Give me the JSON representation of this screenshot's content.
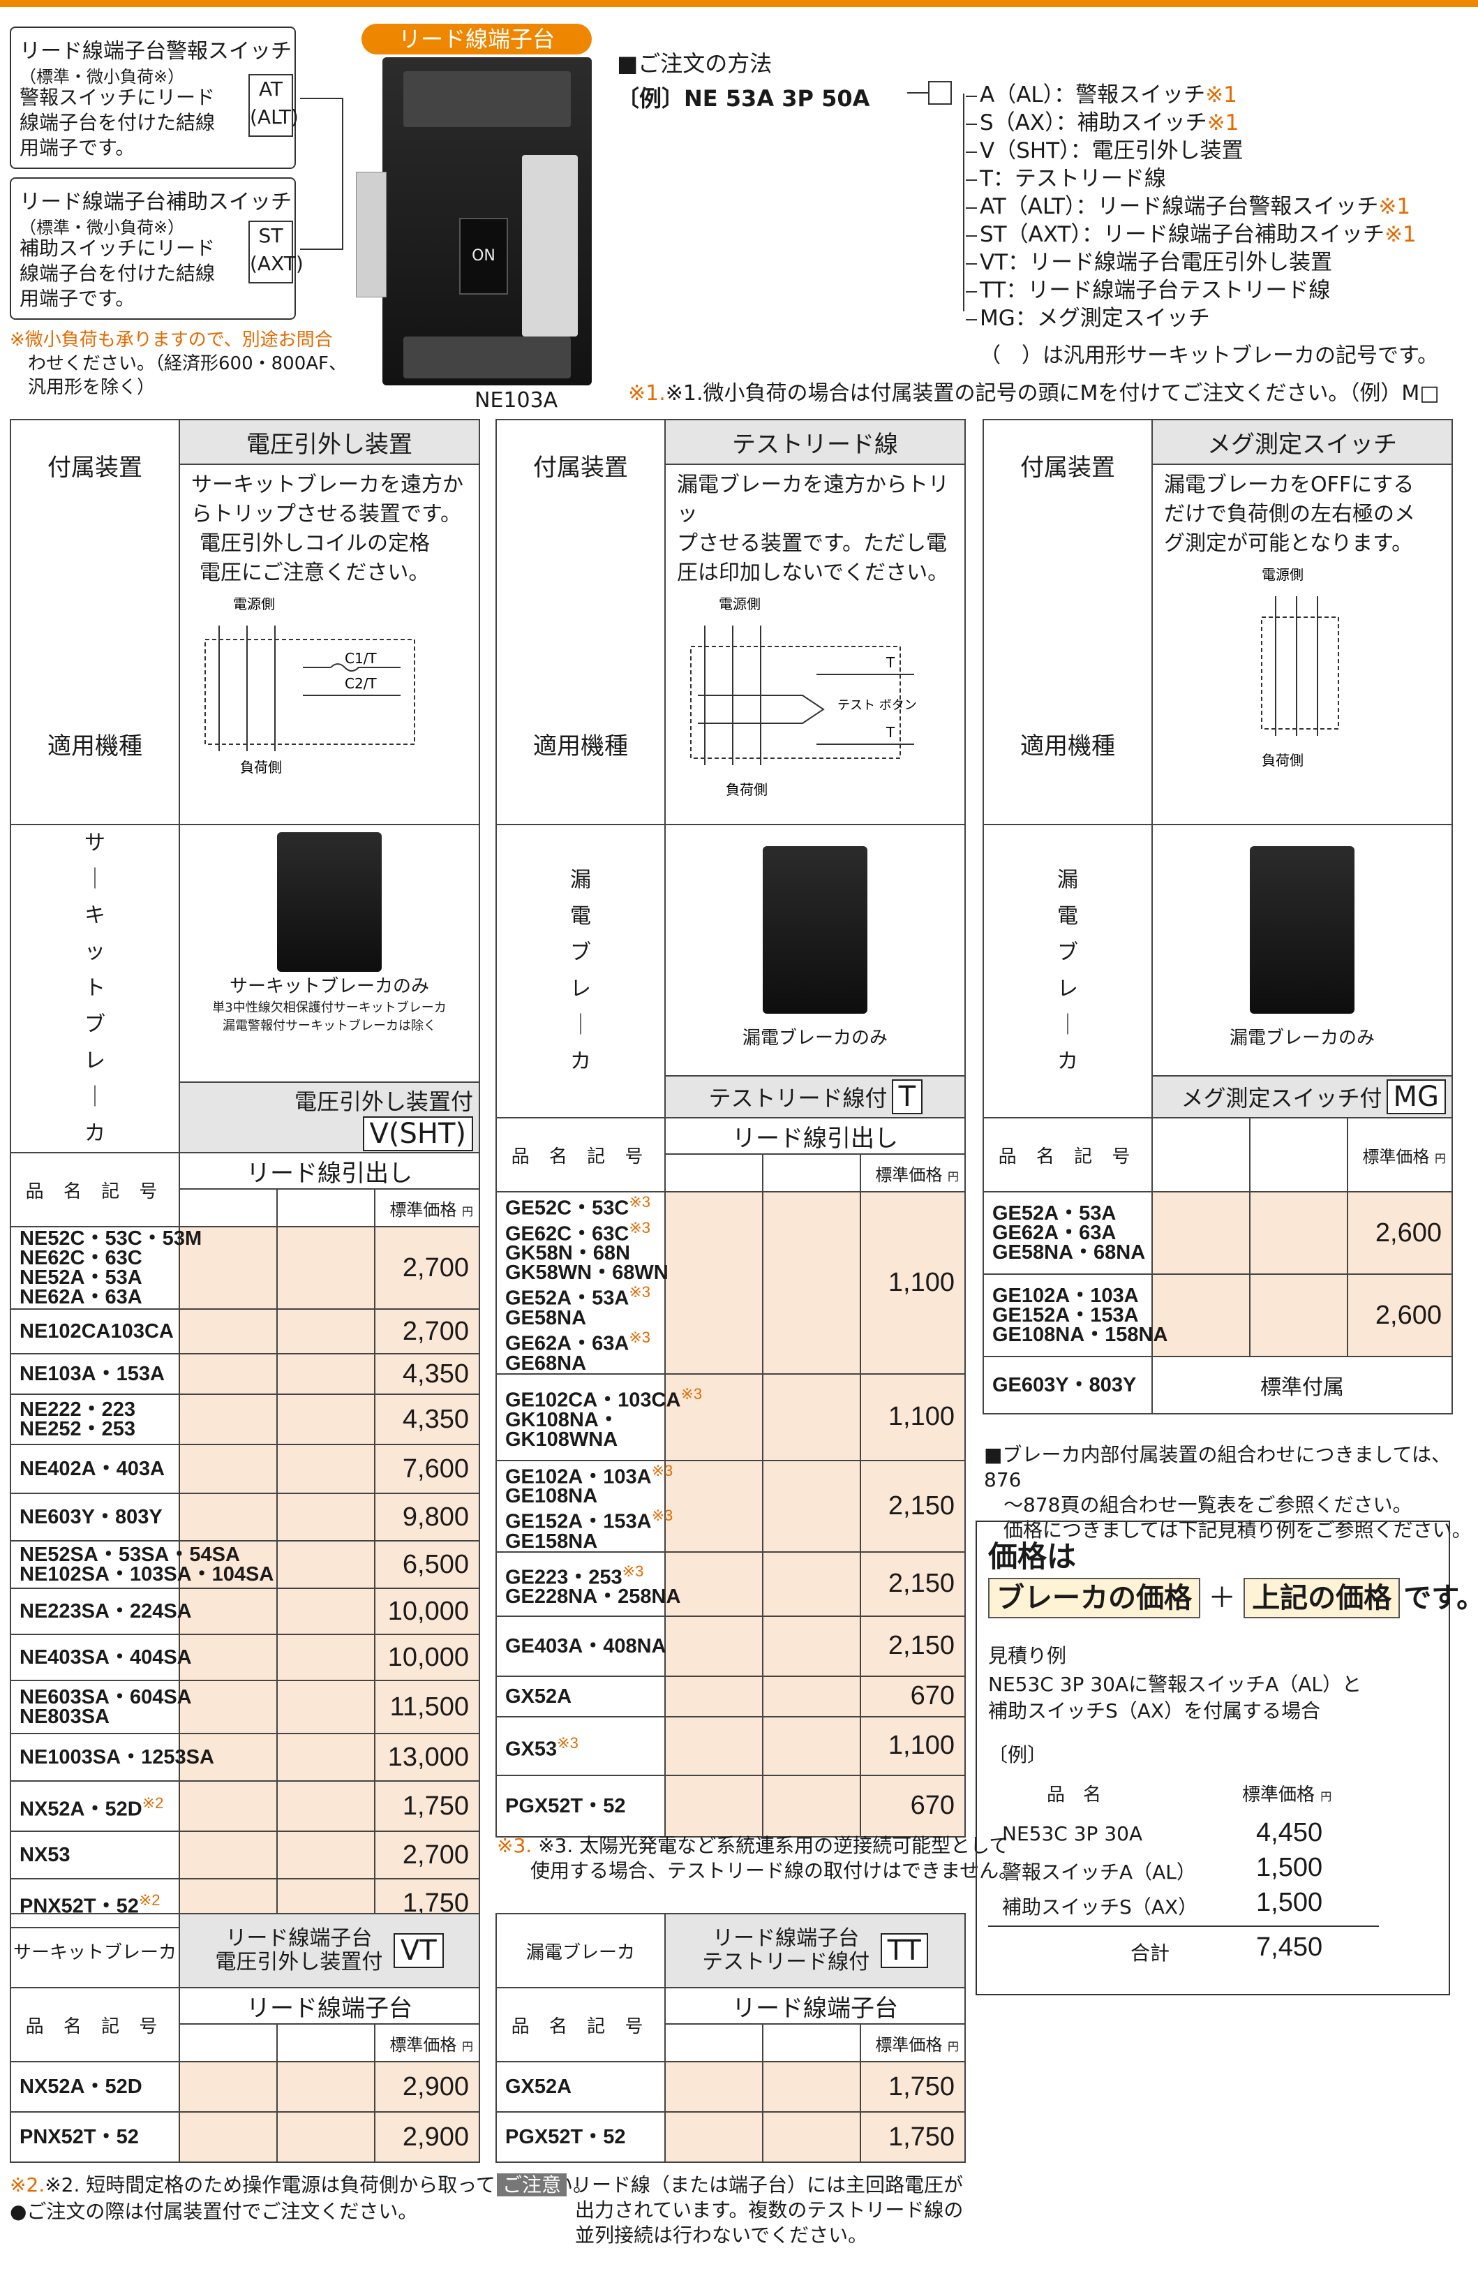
{
  "top_left": {
    "at_box": {
      "title": "リード線端子台警報スイッチ",
      "sub": "（標準・微小負荷※）",
      "body": [
        "警報スイッチにリード",
        "線端子台を付けた結線",
        "用端子です。"
      ],
      "code": [
        "AT",
        "(ALT)"
      ]
    },
    "st_box": {
      "title": "リード線端子台補助スイッチ",
      "sub": "（標準・微小負荷※）",
      "body": [
        "補助スイッチにリード",
        "線端子台を付けた結線",
        "用端子です。"
      ],
      "code": [
        "ST",
        "(AXT)"
      ]
    },
    "note": [
      "※微小負荷も承りますので、別途お問合",
      "わせください。（経済形600・800AF、",
      "汎用形を除く）"
    ],
    "photo_tag": "リード線端子台",
    "photo_caption": "NE103A",
    "on_label": "ON"
  },
  "order": {
    "heading": "■ご注文の方法",
    "example": "〔例〕NE 53A 3P 50A",
    "options": [
      {
        "text": "A（AL）：警報スイッチ",
        "note": "※1"
      },
      {
        "text": "S（AX）：補助スイッチ",
        "note": "※1"
      },
      {
        "text": "V（SHT）：電圧引外し装置",
        "note": ""
      },
      {
        "text": "T：テストリード線",
        "note": ""
      },
      {
        "text": "AT（ALT）：リード線端子台警報スイッチ",
        "note": "※1"
      },
      {
        "text": "ST（AXT）：リード線端子台補助スイッチ",
        "note": "※1"
      },
      {
        "text": "VT：リード線端子台電圧引外し装置",
        "note": ""
      },
      {
        "text": "TT：リード線端子台テストリード線",
        "note": ""
      },
      {
        "text": "MG：メグ測定スイッチ",
        "note": ""
      }
    ],
    "paren_note": "（　）は汎用形サーキットブレーカの記号です。",
    "note1": "※1.微小負荷の場合は付属装置の記号の頭にMを付けてご注文ください。（例）M□"
  },
  "common": {
    "accessory": "付属装置",
    "applicable": "適用機種",
    "model_header": "品 名 記 号",
    "std_price": "標準価格",
    "yen": "円",
    "lead_out": "リード線引出し",
    "lead_terminal": "リード線端子台",
    "power_side": "電源側",
    "load_side": "負荷側"
  },
  "table_v": {
    "device": "電圧引外し装置",
    "desc": [
      "サーキットブレーカを遠方か",
      "らトリップさせる装置です。",
      "電圧引外しコイルの定格",
      "電圧にご注意ください。"
    ],
    "category_vertical": "サーキットブレーカ",
    "photo_caption": "サーキットブレーカのみ",
    "photo_note": [
      "単3中性線欠相保護付サーキットブレーカ",
      "漏電警報付サーキットブレーカは除く"
    ],
    "type_label": "電圧引外し装置付",
    "type_code": "V(SHT)",
    "diagram_labels": {
      "c1": "C1/T",
      "c2": "C2/T"
    },
    "rows": [
      {
        "models": [
          "NE52C・53C・53M",
          "NE62C・63C",
          "NE52A・53A",
          "NE62A・63A"
        ],
        "price": "2,700"
      },
      {
        "models": [
          "NE102CA103CA"
        ],
        "price": "2,700"
      },
      {
        "models": [
          "NE103A・153A"
        ],
        "price": "4,350"
      },
      {
        "models": [
          "NE222・223",
          "NE252・253"
        ],
        "price": "4,350"
      },
      {
        "models": [
          "NE402A・403A"
        ],
        "price": "7,600"
      },
      {
        "models": [
          "NE603Y・803Y"
        ],
        "price": "9,800"
      },
      {
        "models": [
          "NE52SA・53SA・54SA",
          "NE102SA・103SA・104SA"
        ],
        "price": "6,500"
      },
      {
        "models": [
          "NE223SA・224SA"
        ],
        "price": "10,000"
      },
      {
        "models": [
          "NE403SA・404SA"
        ],
        "price": "10,000"
      },
      {
        "models": [
          "NE603SA・604SA",
          "NE803SA"
        ],
        "price": "11,500"
      },
      {
        "models": [
          "NE1003SA・1253SA"
        ],
        "price": "13,000"
      },
      {
        "models": [
          "NX52A・52D"
        ],
        "note": "※2",
        "price": "1,750"
      },
      {
        "models": [
          "NX53"
        ],
        "price": "2,700"
      },
      {
        "models": [
          "PNX52T・52"
        ],
        "note": "※2",
        "price": "1,750"
      }
    ]
  },
  "table_t": {
    "device": "テストリード線",
    "desc": [
      "漏電ブレーカを遠方からトリッ",
      "プさせる装置です。ただし電",
      "圧は印加しないでください。"
    ],
    "category_vertical": "漏電ブレーカ",
    "photo_caption": "漏電ブレーカのみ",
    "type_label": "テストリード線付",
    "type_code": "T",
    "diagram_labels": {
      "test": "テスト ボタン",
      "t": "T"
    },
    "rows": [
      {
        "models": [
          [
            "GE52C・53C",
            "※3"
          ],
          [
            "GE62C・63C",
            "※3"
          ],
          [
            "GK58N・68N",
            ""
          ],
          [
            "GK58WN・68WN",
            ""
          ],
          [
            "GE52A・53A",
            "※3"
          ],
          [
            "GE58NA",
            ""
          ],
          [
            "GE62A・63A",
            "※3"
          ],
          [
            "GE68NA",
            ""
          ]
        ],
        "price": "1,100"
      },
      {
        "models": [
          [
            "GE102CA・103CA",
            "※3"
          ],
          [
            "GK108NA・",
            ""
          ],
          [
            "GK108WNA",
            ""
          ]
        ],
        "price": "1,100"
      },
      {
        "models": [
          [
            "GE102A・103A",
            "※3"
          ],
          [
            "GE108NA",
            ""
          ],
          [
            "GE152A・153A",
            "※3"
          ],
          [
            "GE158NA",
            ""
          ]
        ],
        "price": "2,150"
      },
      {
        "models": [
          [
            "GE223・253",
            "※3"
          ],
          [
            "GE228NA・258NA",
            ""
          ]
        ],
        "price": "2,150"
      },
      {
        "models": [
          [
            "GE403A・408NA",
            ""
          ]
        ],
        "price": "2,150"
      },
      {
        "models": [
          [
            "GX52A",
            ""
          ]
        ],
        "price": "670"
      },
      {
        "models": [
          [
            "GX53",
            "※3"
          ]
        ],
        "price": "1,100"
      },
      {
        "models": [
          [
            "PGX52T・52",
            ""
          ]
        ],
        "price": "670"
      }
    ],
    "note3": [
      "※3. 太陽光発電など系統連系用の逆接続可能型として",
      "使用する場合、テストリード線の取付けはできません。"
    ]
  },
  "table_mg": {
    "device": "メグ測定スイッチ",
    "desc": [
      "漏電ブレーカをOFFにする",
      "だけで負荷側の左右極のメ",
      "グ測定が可能となります。"
    ],
    "category_vertical": "漏電ブレーカ",
    "photo_caption": "漏電ブレーカのみ",
    "type_label": "メグ測定スイッチ付",
    "type_code": "MG",
    "rows": [
      {
        "models": [
          "GE52A・53A",
          "GE62A・63A",
          "GE58NA・68NA"
        ],
        "price": "2,600"
      },
      {
        "models": [
          "GE102A・103A",
          "GE152A・153A",
          "GE108NA・158NA"
        ],
        "price": "2,600"
      },
      {
        "models": [
          "GE603Y・803Y"
        ],
        "price": "標準付属"
      }
    ]
  },
  "combo_note": [
    "■ブレーカ内部付属装置の組合わせにつきましては、876",
    "～878頁の組合わせ一覧表をご参照ください。",
    "価格につきましては下記見積り例をご参照ください。"
  ],
  "price_box": {
    "title": "価格は",
    "left": "ブレーカの価格",
    "plus": "＋",
    "right": "上記の価格",
    "suffix": "です。",
    "estimate_title": "見積り例",
    "estimate_desc": [
      "NE53C 3P 30Aに警報スイッチA（AL）と",
      "補助スイッチS（AX）を付属する場合"
    ],
    "example": "〔例〕",
    "col_name": "品　名",
    "col_price": "標準価格",
    "yen": "円",
    "items": [
      {
        "name": "NE53C 3P 30A",
        "price": "4,450"
      },
      {
        "name": "警報スイッチA（AL）",
        "price": "1,500"
      },
      {
        "name": "補助スイッチS（AX）",
        "price": "1,500"
      }
    ],
    "total_label": "合計",
    "total": "7,450"
  },
  "table_vt": {
    "category": "サーキットブレーカ",
    "type_label": [
      "リード線端子台",
      "電圧引外し装置付"
    ],
    "type_code": "VT",
    "rows": [
      {
        "model": "NX52A・52D",
        "price": "2,900"
      },
      {
        "model": "PNX52T・52",
        "price": "2,900"
      }
    ]
  },
  "table_tt": {
    "category": "漏電ブレーカ",
    "type_label": [
      "リード線端子台",
      "テストリード線付"
    ],
    "type_code": "TT",
    "rows": [
      {
        "model": "GX52A",
        "price": "1,750"
      },
      {
        "model": "PGX52T・52",
        "price": "1,750"
      }
    ]
  },
  "bottom_notes": {
    "note2": "※2. 短時間定格のため操作電源は負荷側から取ってください。",
    "order_note": "●ご注文の際は付属装置付でご注文ください。",
    "caution_label": "ご注意",
    "caution": [
      "リード線（または端子台）には主回路電圧が",
      "出力されています。複数のテストリード線の",
      "並列接続は行わないでください。"
    ]
  }
}
